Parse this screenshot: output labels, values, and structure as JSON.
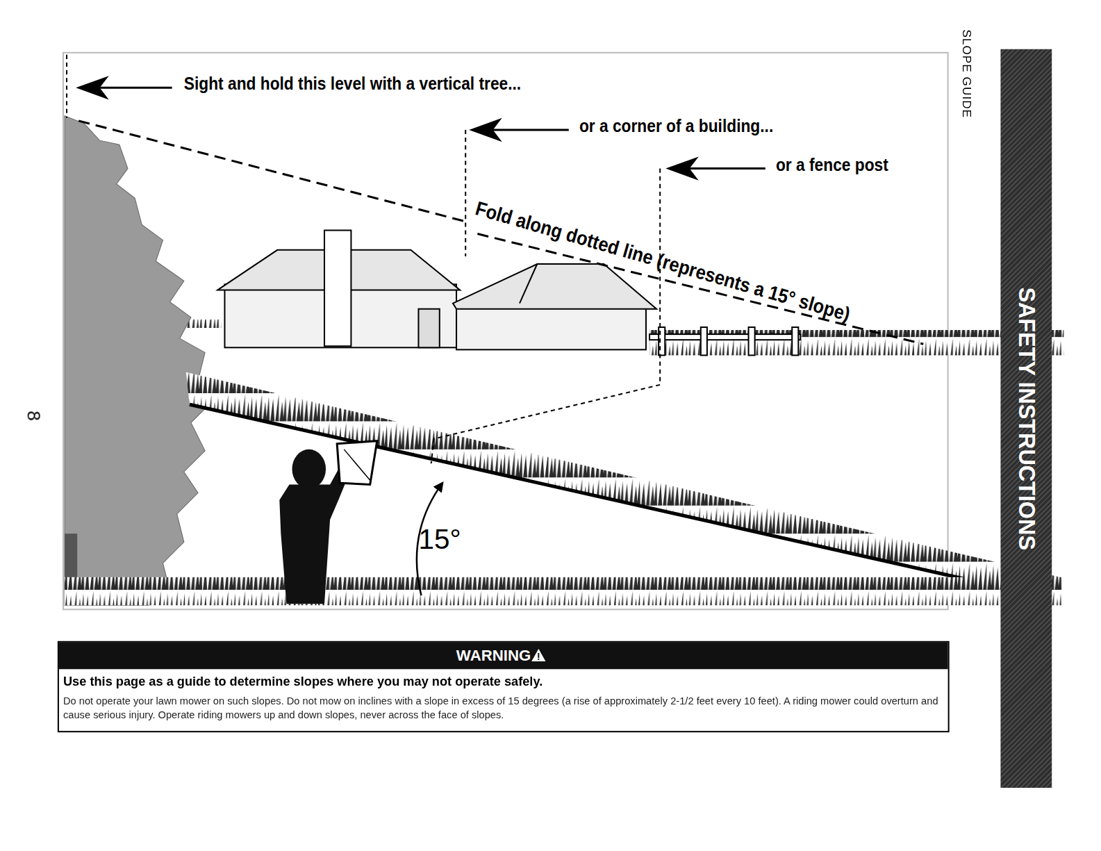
{
  "diagram": {
    "nodes": [
      {
        "text": [
          "WARNING",
          "Use this page as a guide to determine slopes where you may not operate safely.",
          "Do not operate your lawn mower on such slopes. Do not mow on inclines with a slope in excess of 15 degrees (a rise of approximately 2-1/2 feet every 10 feet). A riding mower could overturn and cause serious injury. Operate riding mowers up and down slopes, never across the face of slopes."
        ]
      },
      {
        "text": [
          "SAFETY INSTRUCTIONS"
        ]
      }
    ],
    "labels": [
      "Sight and hold this level with a vertical tree...",
      "or a corner of a building...",
      "or a fence post",
      "Fold along dotted line (represents a 15° slope)",
      "15°",
      "8",
      "SLOPE GUIDE"
    ]
  }
}
